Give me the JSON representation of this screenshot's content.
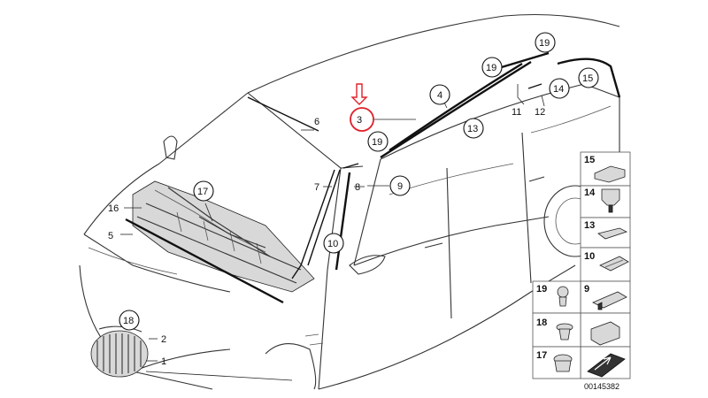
{
  "diagram": {
    "highlight_color": "#e0202a",
    "ink_color": "#111111",
    "part_labels": [
      "1",
      "2",
      "3",
      "4",
      "5",
      "6",
      "7",
      "8",
      "9",
      "10",
      "11",
      "12",
      "13",
      "14",
      "15",
      "16",
      "17",
      "18",
      "19",
      "19",
      "19"
    ],
    "legend": {
      "items": [
        "15",
        "14",
        "13",
        "10",
        "9",
        "19",
        "18",
        "17"
      ]
    },
    "reference_number": "00145382",
    "arrow_icon": "down-arrow-icon"
  }
}
